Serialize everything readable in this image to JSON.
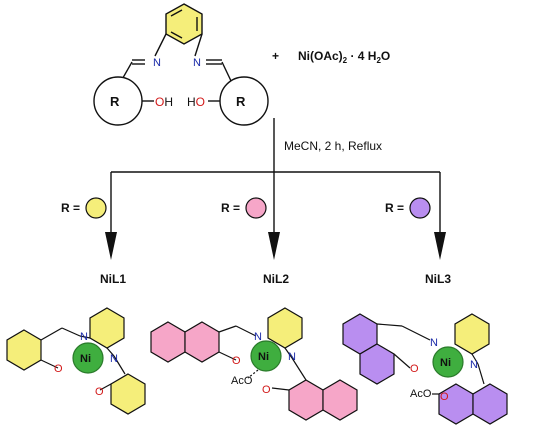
{
  "reaction": {
    "plus": "+",
    "reagent_main": "Ni(OAc)",
    "reagent_sub": "2",
    "reagent_tail": " · 4 H",
    "reagent_h2o_sub": "2",
    "reagent_o": "O",
    "conditions": "MeCN, 2 h, Reflux"
  },
  "ligand": {
    "r_left": "R",
    "r_right": "R",
    "oh_left": "OH",
    "oh_right": "HO",
    "n_left": "N",
    "n_right": "N"
  },
  "branches": [
    {
      "r_label": "R =",
      "color": "#f5ee7a",
      "product": "NiL1"
    },
    {
      "r_label": "R =",
      "color": "#f6a6c8",
      "product": "NiL2"
    },
    {
      "r_label": "R =",
      "color": "#b98ef0",
      "product": "NiL3"
    }
  ],
  "complexes": [
    {
      "metal": "Ni",
      "n1": "N",
      "n2": "N",
      "o1": "O",
      "o2": "O",
      "acetate": ""
    },
    {
      "metal": "Ni",
      "n1": "N",
      "n2": "N",
      "o1": "O",
      "o2": "O",
      "acetate": "AcO"
    },
    {
      "metal": "Ni",
      "n1": "N",
      "n2": "N",
      "o1": "O",
      "o2": "O",
      "acetate": "AcO"
    }
  ],
  "colors": {
    "yellow": "#f5ee7a",
    "pink": "#f6a6c8",
    "purple": "#b98ef0",
    "ni_green": "#3fae3f",
    "nitrogen_blue": "#1a2aa8",
    "oxygen_red": "#d21a1a"
  }
}
